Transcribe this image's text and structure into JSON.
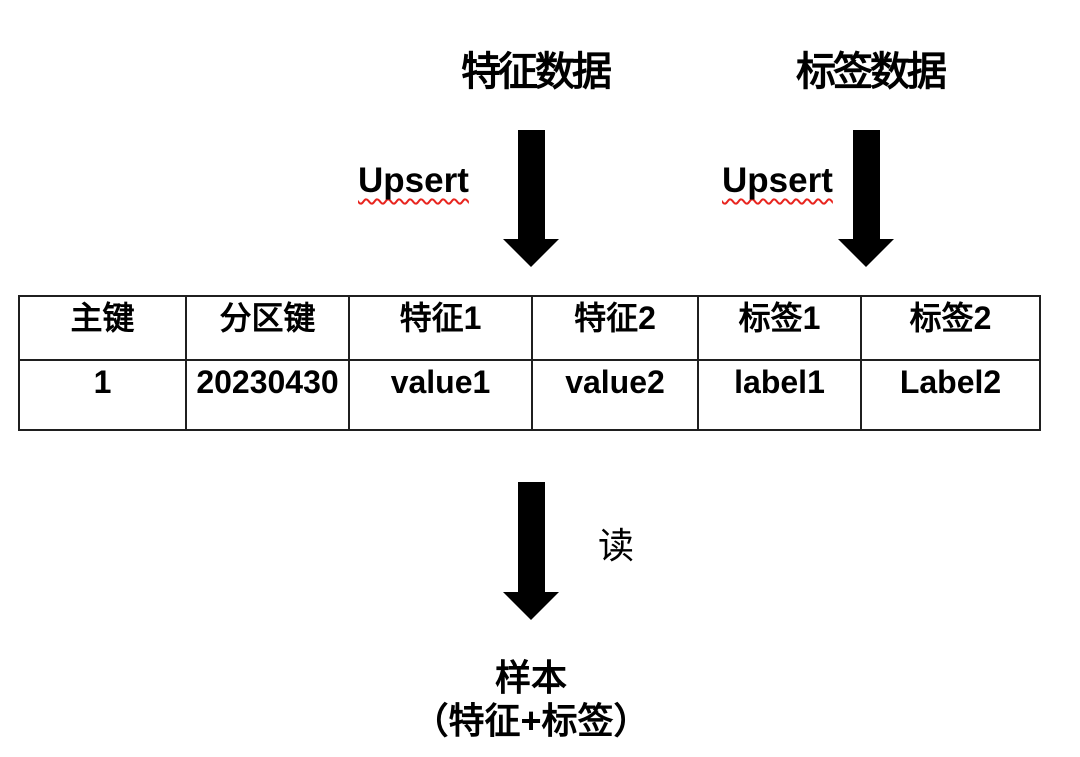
{
  "flows": {
    "feature_title": "特征数据",
    "label_title": "标签数据",
    "upsert_left": "Upsert",
    "upsert_right": "Upsert",
    "read_label": "读"
  },
  "table": {
    "headers": [
      "主键",
      "分区键",
      "特征1",
      "特征2",
      "标签1",
      "标签2"
    ],
    "rows": [
      [
        "1",
        "20230430",
        "value1",
        "value2",
        "label1",
        "Label2"
      ]
    ]
  },
  "sample": {
    "title": "样本",
    "subtitle": "（特征+标签）"
  },
  "colors": {
    "arrow": "#000000",
    "underline_squiggle": "#e8251f",
    "table_border": "#1f1f1f"
  }
}
